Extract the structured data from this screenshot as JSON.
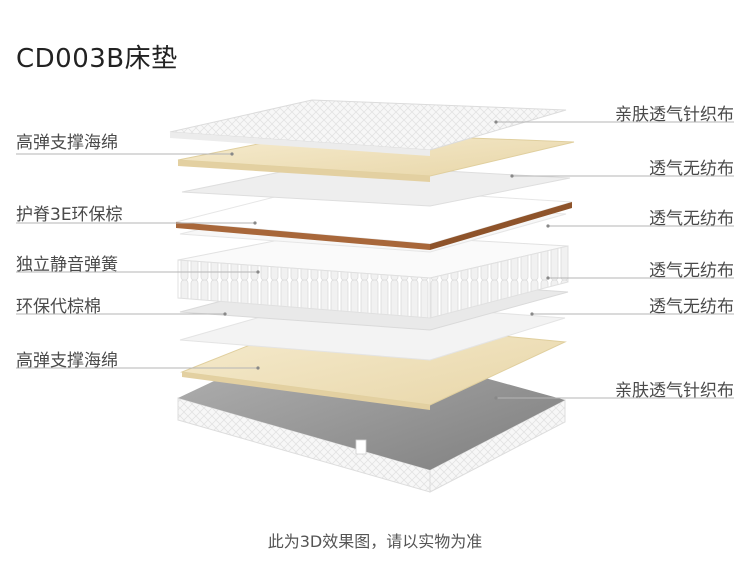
{
  "title": "CD003B床垫",
  "left_labels": [
    "高弹支撑海绵",
    "护脊3E环保棕",
    "独立静音弹簧",
    "环保代棕棉",
    "高弹支撑海绵"
  ],
  "right_labels": [
    "亲肤透气针织布",
    "透气无纺布",
    "透气无纺布",
    "透气无纺布",
    "透气无纺布",
    "亲肤透气针织布"
  ],
  "footer": "此为3D效果图，请以实物为准",
  "colors": {
    "foam": "#efe2bd",
    "coir_edge": "#a8673a",
    "fabric": "#f4f4f4",
    "base_gray": "#9a9a9a"
  }
}
